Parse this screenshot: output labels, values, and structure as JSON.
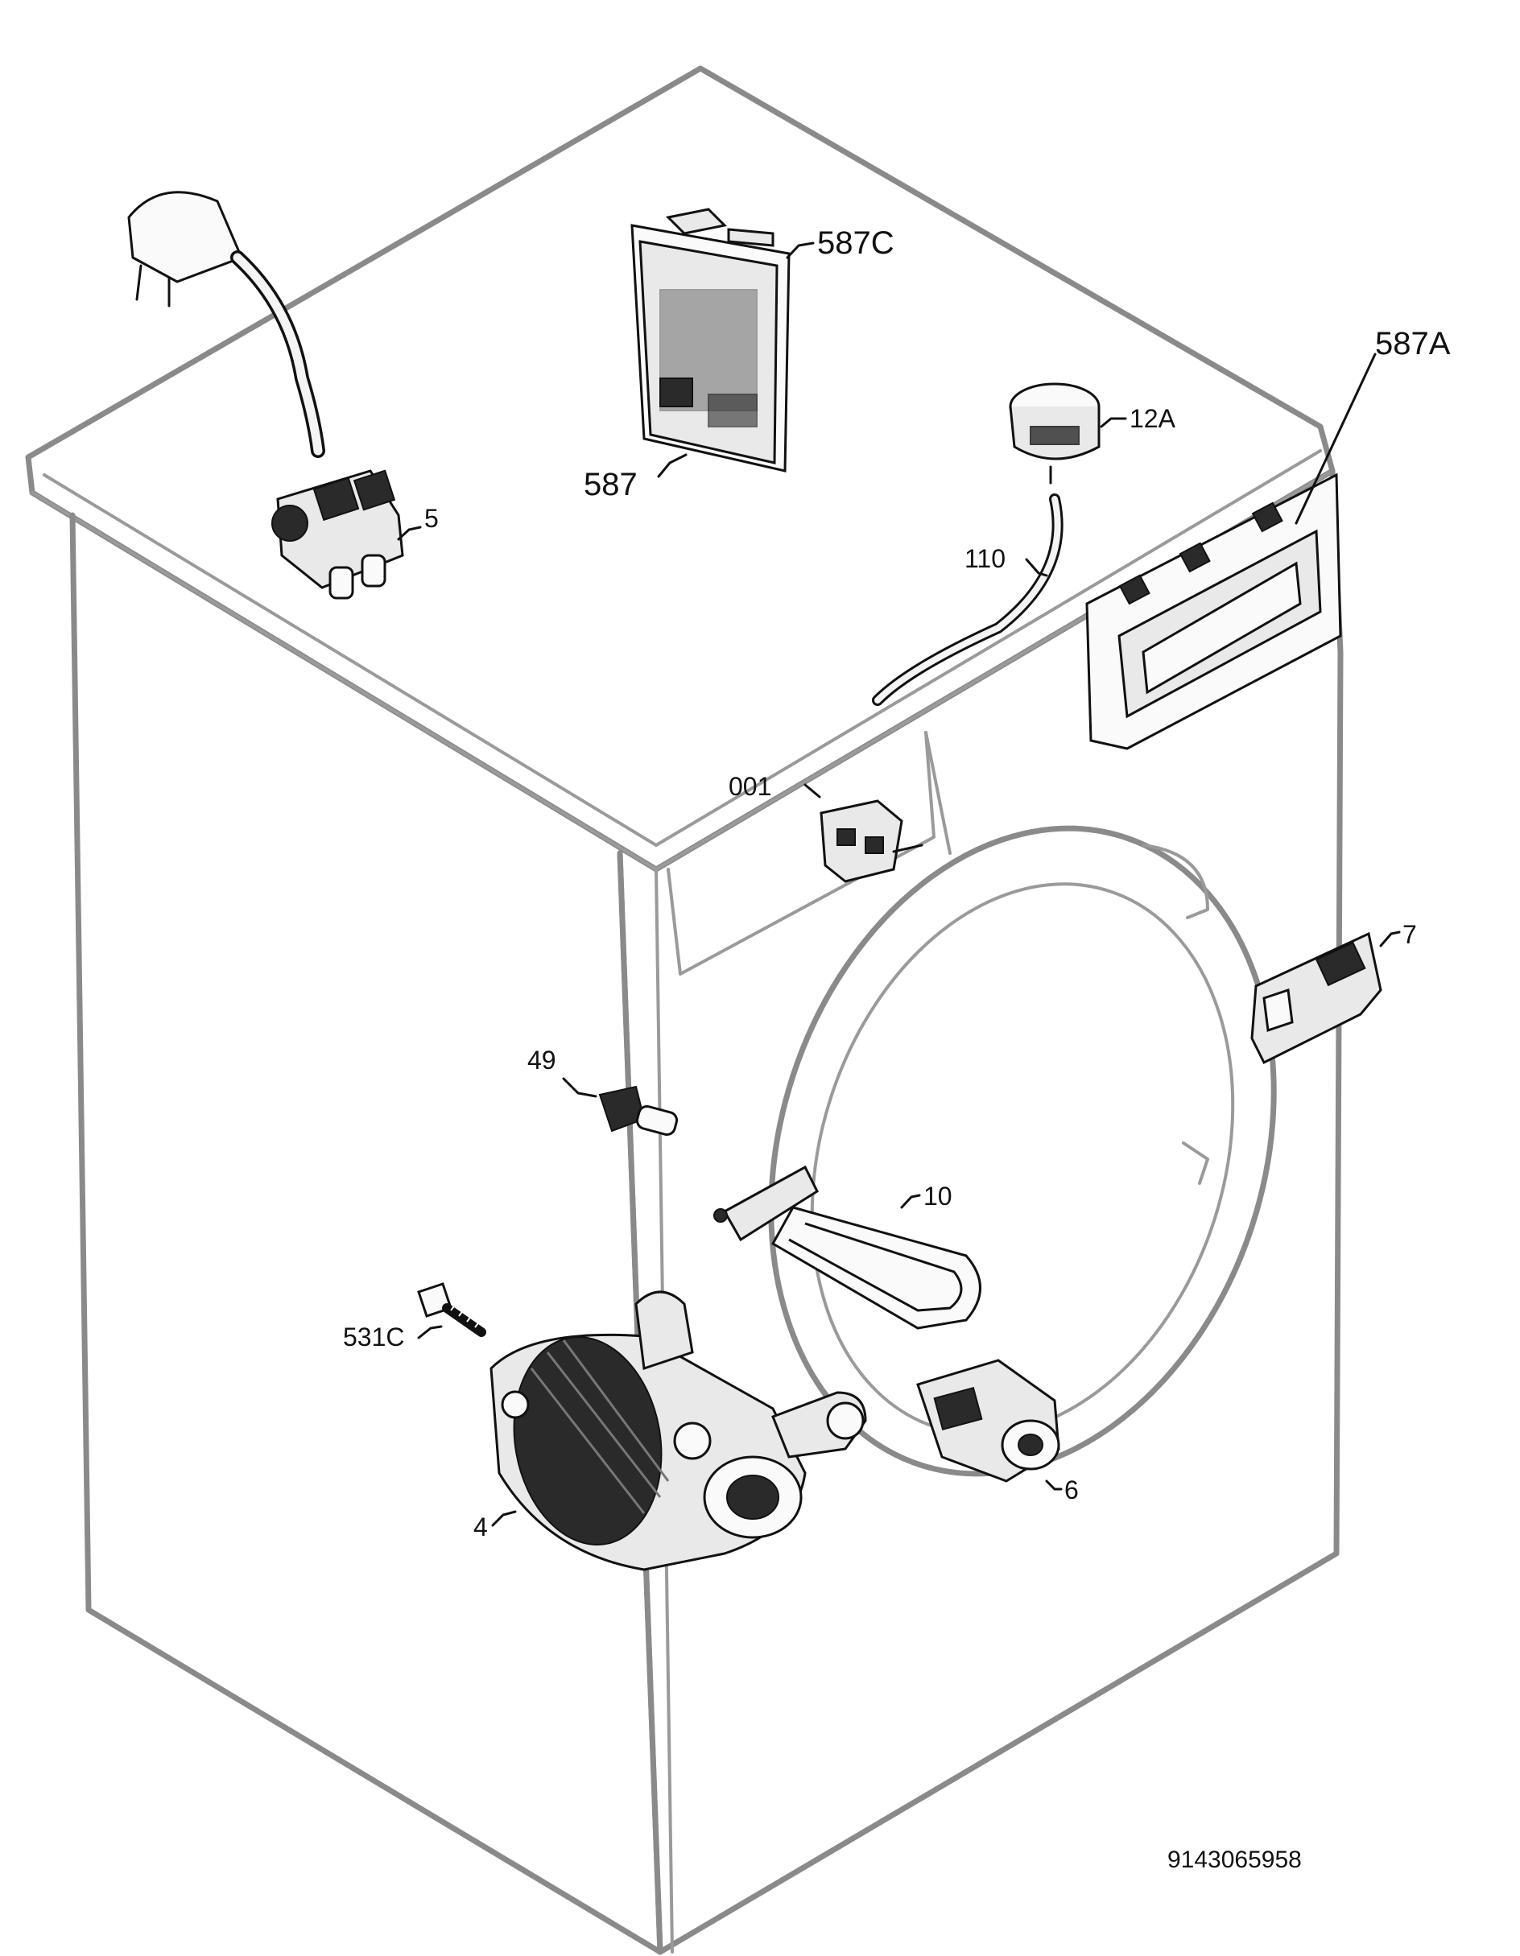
{
  "labels": {
    "l_587C": "587C",
    "l_587": "587",
    "l_12A": "12A",
    "l_587A": "587A",
    "l_5": "5",
    "l_110": "110",
    "l_001": "001",
    "l_7": "7",
    "l_49": "49",
    "l_10": "10",
    "l_531C": "531C",
    "l_6": "6",
    "l_4": "4"
  },
  "footer": {
    "diagram_number": "9143065958"
  },
  "colors": {
    "cabinet_outline": "#8a8a8a",
    "part_stroke": "#111111",
    "part_fill": "#e9e9e9"
  }
}
